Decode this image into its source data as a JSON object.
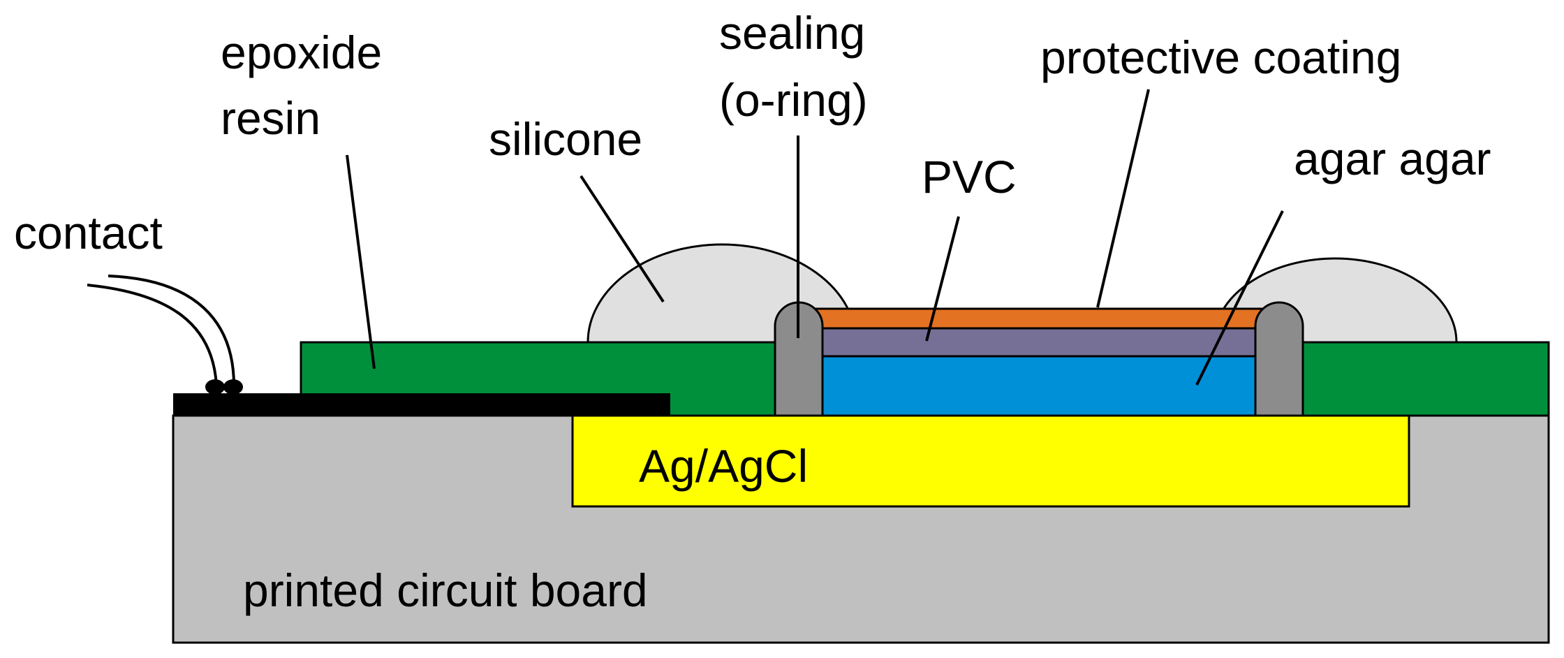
{
  "labels": {
    "contact": "contact",
    "epoxide_line1": "epoxide",
    "epoxide_line2": "resin",
    "silicone": "silicone",
    "sealing_line1": "sealing",
    "sealing_line2": "(o-ring)",
    "pvc": "PVC",
    "protective_coating": "protective coating",
    "agar": "agar agar",
    "electrode": "Ag/AgCl",
    "pcb": "printed circuit board"
  },
  "colors": {
    "pcb": "#c0c0c0",
    "electrode": "#ffff00",
    "epoxide": "#00903c",
    "silicone": "#e0e0e0",
    "oring": "#8c8c8c",
    "agar": "#0090d8",
    "pvc": "#767096",
    "coating": "#e37222",
    "contact": "#000000"
  }
}
